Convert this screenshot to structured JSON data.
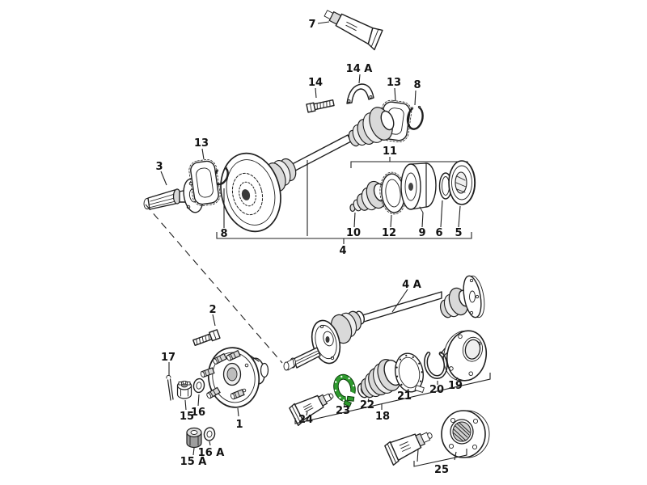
{
  "canvas": {
    "background": "#ffffff",
    "line_color": "#1f1f1f"
  },
  "colors": {
    "highlight": "#2e9b2e",
    "highlight_edge": "#0c3c0c"
  },
  "highlighted_part": "23",
  "labels": {
    "p7": "7",
    "p14": "14",
    "p14a": "14 A",
    "p13t": "13",
    "p8t": "8",
    "p3": "3",
    "p13l": "13",
    "p8m": "8",
    "p11": "11",
    "p10": "10",
    "p12": "12",
    "p9": "9",
    "p6": "6",
    "p5": "5",
    "p4": "4",
    "p4a": "4 A",
    "p2": "2",
    "p17": "17",
    "p15": "15",
    "p16": "16",
    "p1": "1",
    "p15a": "15 A",
    "p16a": "16 A",
    "p24": "24",
    "p23": "23",
    "p22": "22",
    "p21": "21",
    "p20": "20",
    "p19": "19",
    "p18": "18",
    "p25": "25"
  }
}
